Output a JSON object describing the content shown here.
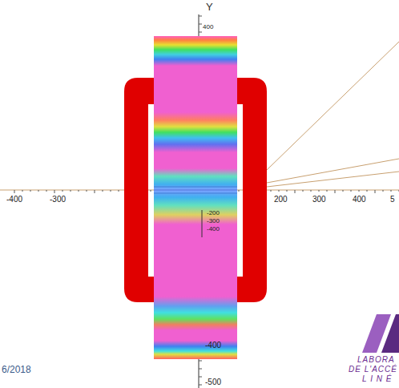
{
  "diagram": {
    "labels": [
      "Y",
      "400",
      "-400",
      "-300",
      "200",
      "300",
      "400",
      "5",
      "-200",
      "-300",
      "-400",
      "-400",
      "-500",
      "6/2018",
      "LABORA",
      "DE L'ACCÉ",
      "L I N É"
    ]
  }
}
